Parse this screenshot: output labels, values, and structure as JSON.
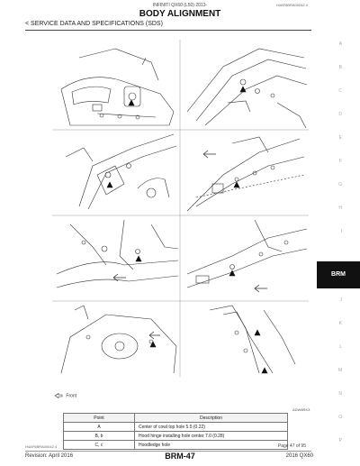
{
  "header": {
    "model_line": "INFINITI QX60 (L50) 2013-",
    "doc_code": "H4AF6BRA00042.4",
    "title": "BODY ALIGNMENT",
    "section": "< SERVICE DATA AND SPECIFICATIONS (SDS)"
  },
  "figure": {
    "code": "ADW8RK3",
    "front_label": "Front"
  },
  "sds_table": {
    "header": {
      "point": "Point",
      "description": "Description"
    },
    "rows": [
      {
        "point": "A",
        "description": "Center of cowl top hole 5.5 (0.22)"
      },
      {
        "point": "B, b",
        "description": "Hood hinge installing hole center 7.0 (0.28)"
      },
      {
        "point": "C, c",
        "description": "Hoodledge hole"
      }
    ]
  },
  "footer": {
    "left_code": "H4AF6BRA00042.4",
    "page_of": "Page 47 of 95",
    "revision": "Revision: April 2016",
    "page": "BRM-47",
    "model": "2016 QX60"
  },
  "side_index": {
    "letters": [
      "A",
      "B",
      "C",
      "D",
      "E",
      "F",
      "G",
      "H",
      "I",
      "J",
      "K",
      "L",
      "M",
      "N",
      "O",
      "P"
    ],
    "active_tab": "BRM"
  }
}
